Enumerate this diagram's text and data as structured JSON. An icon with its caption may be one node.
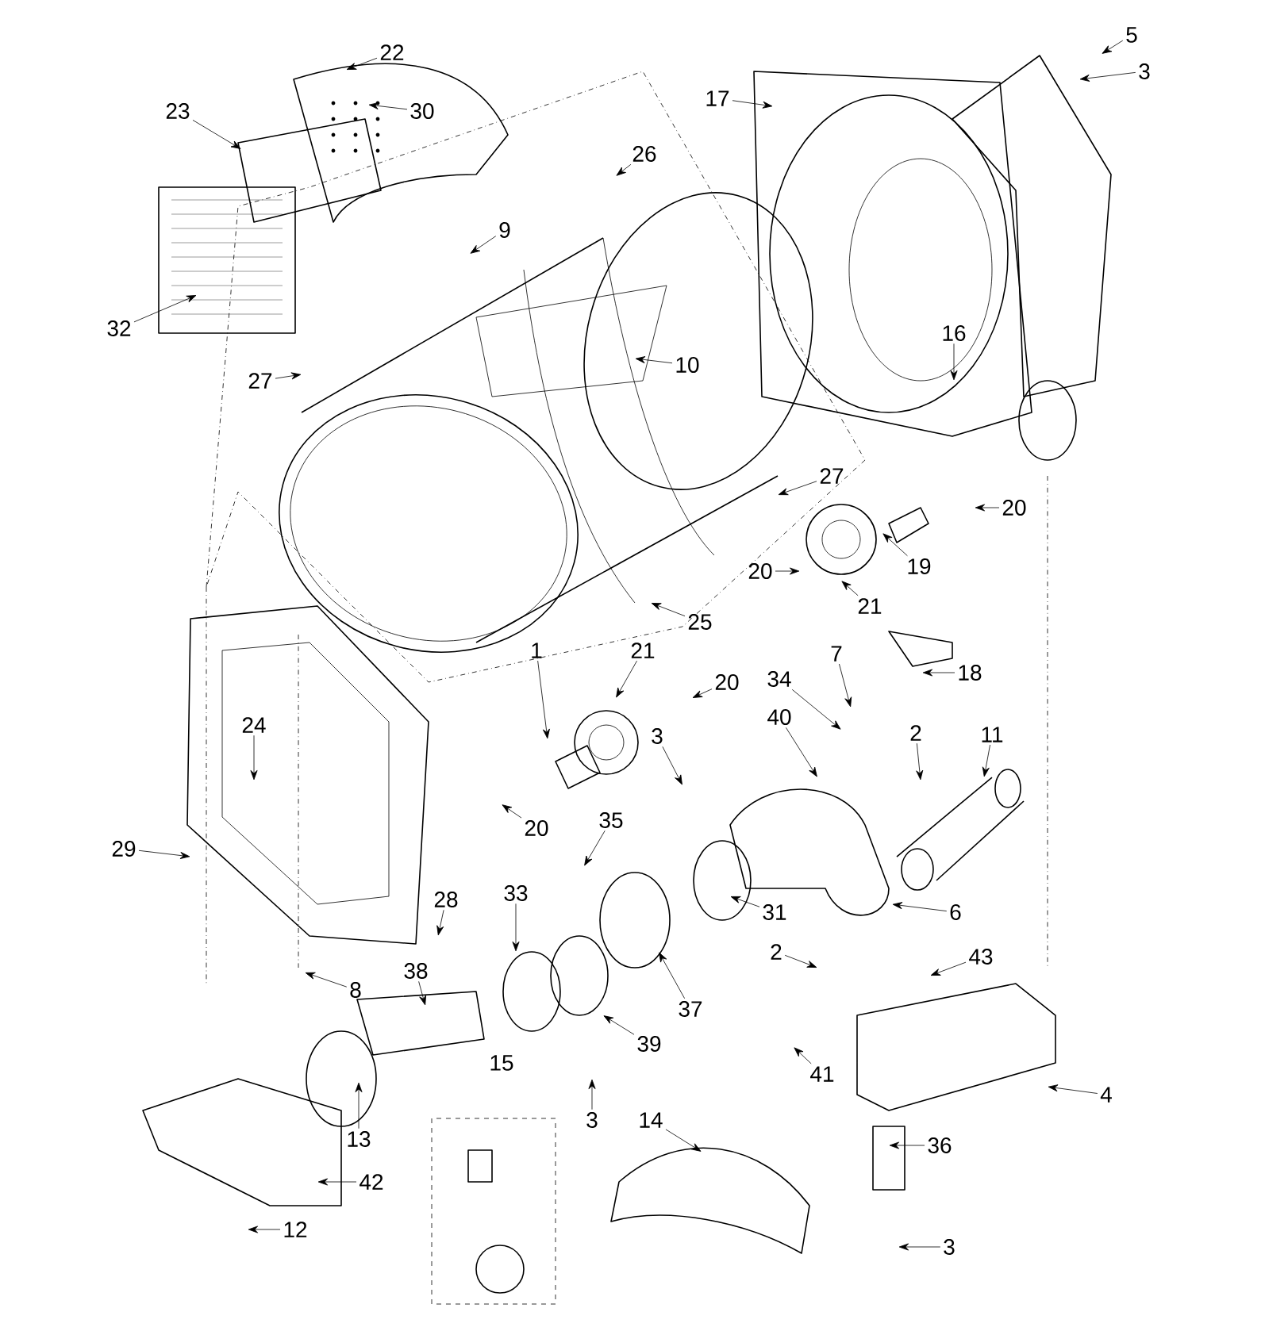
{
  "diagram": {
    "nodes": [
      {
        "text": [
          "22"
        ]
      },
      {
        "text": [
          "23"
        ]
      },
      {
        "text": [
          "30"
        ]
      },
      {
        "text": [
          "5"
        ]
      },
      {
        "text": [
          "3"
        ]
      },
      {
        "text": [
          "17"
        ]
      },
      {
        "text": [
          "26"
        ]
      },
      {
        "text": [
          "9"
        ]
      },
      {
        "text": [
          "32"
        ]
      },
      {
        "text": [
          "27"
        ]
      },
      {
        "text": [
          "10"
        ]
      },
      {
        "text": [
          "16"
        ]
      },
      {
        "text": [
          "20"
        ]
      },
      {
        "text": [
          "27"
        ]
      },
      {
        "text": [
          "19"
        ]
      },
      {
        "text": [
          "20"
        ]
      },
      {
        "text": [
          "21"
        ]
      },
      {
        "text": [
          "25"
        ]
      },
      {
        "text": [
          "18"
        ]
      },
      {
        "text": [
          "21"
        ]
      },
      {
        "text": [
          "20"
        ]
      },
      {
        "text": [
          "7"
        ]
      },
      {
        "text": [
          "34"
        ]
      },
      {
        "text": [
          "1"
        ]
      },
      {
        "text": [
          "40"
        ]
      },
      {
        "text": [
          "2"
        ]
      },
      {
        "text": [
          "11"
        ]
      },
      {
        "text": [
          "24"
        ]
      },
      {
        "text": [
          "3"
        ]
      },
      {
        "text": [
          "20"
        ]
      },
      {
        "text": [
          "35"
        ]
      },
      {
        "text": [
          "29"
        ]
      },
      {
        "text": [
          "6"
        ]
      },
      {
        "text": [
          "31"
        ]
      },
      {
        "text": [
          "33"
        ]
      },
      {
        "text": [
          "28"
        ]
      },
      {
        "text": [
          "2"
        ]
      },
      {
        "text": [
          "43"
        ]
      },
      {
        "text": [
          "38"
        ]
      },
      {
        "text": [
          "8"
        ]
      },
      {
        "text": [
          "37"
        ]
      },
      {
        "text": [
          "39"
        ]
      },
      {
        "text": [
          "41"
        ]
      },
      {
        "text": [
          "4"
        ]
      },
      {
        "text": [
          "13"
        ]
      },
      {
        "text": [
          "3"
        ]
      },
      {
        "text": [
          "14"
        ]
      },
      {
        "text": [
          "36"
        ]
      },
      {
        "text": [
          "42"
        ]
      },
      {
        "text": [
          "12"
        ]
      },
      {
        "text": [
          "3"
        ]
      }
    ],
    "edges": [
      {
        "from": 0,
        "to": null,
        "arrow": "to"
      },
      {
        "from": 1,
        "to": null,
        "arrow": "to"
      },
      {
        "from": 2,
        "to": null,
        "arrow": "to"
      },
      {
        "from": 3,
        "to": null,
        "arrow": "to"
      },
      {
        "from": 4,
        "to": null,
        "arrow": "to"
      },
      {
        "from": 5,
        "to": null,
        "arrow": "to"
      },
      {
        "from": 6,
        "to": null,
        "arrow": "to"
      },
      {
        "from": 7,
        "to": null,
        "arrow": "to"
      },
      {
        "from": 8,
        "to": null,
        "arrow": "to"
      },
      {
        "from": 9,
        "to": null,
        "arrow": "to"
      },
      {
        "from": 10,
        "to": null,
        "arrow": "to"
      },
      {
        "from": 11,
        "to": null,
        "arrow": "to"
      },
      {
        "from": 12,
        "to": null,
        "arrow": "to"
      },
      {
        "from": 13,
        "to": null,
        "arrow": "to"
      },
      {
        "from": 14,
        "to": null,
        "arrow": "to"
      },
      {
        "from": 15,
        "to": null,
        "arrow": "to"
      },
      {
        "from": 16,
        "to": null,
        "arrow": "to"
      },
      {
        "from": 17,
        "to": null,
        "arrow": "to"
      },
      {
        "from": 18,
        "to": null,
        "arrow": "to"
      },
      {
        "from": 19,
        "to": null,
        "arrow": "to"
      },
      {
        "from": 20,
        "to": null,
        "arrow": "to"
      },
      {
        "from": 21,
        "to": null,
        "arrow": "to"
      },
      {
        "from": 22,
        "to": null,
        "arrow": "to"
      },
      {
        "from": 23,
        "to": null,
        "arrow": "to"
      },
      {
        "from": 24,
        "to": null,
        "arrow": "to"
      },
      {
        "from": 25,
        "to": null,
        "arrow": "to"
      },
      {
        "from": 26,
        "to": null,
        "arrow": "to"
      },
      {
        "from": 27,
        "to": null,
        "arrow": "to"
      },
      {
        "from": 28,
        "to": null,
        "arrow": "to"
      },
      {
        "from": 29,
        "to": null,
        "arrow": "to"
      },
      {
        "from": 30,
        "to": null,
        "arrow": "to"
      },
      {
        "from": 31,
        "to": null,
        "arrow": "to"
      },
      {
        "from": 32,
        "to": null,
        "arrow": "to"
      },
      {
        "from": 33,
        "to": null,
        "arrow": "to"
      },
      {
        "from": 34,
        "to": null,
        "arrow": "to"
      },
      {
        "from": 35,
        "to": null,
        "arrow": "to"
      },
      {
        "from": 36,
        "to": null,
        "arrow": "to"
      },
      {
        "from": 37,
        "to": null,
        "arrow": "to"
      },
      {
        "from": 38,
        "to": null,
        "arrow": "to"
      },
      {
        "from": 39,
        "to": null,
        "arrow": "to"
      },
      {
        "from": 40,
        "to": null,
        "arrow": "to"
      },
      {
        "from": 41,
        "to": null,
        "arrow": "to"
      },
      {
        "from": 42,
        "to": null,
        "arrow": "to"
      },
      {
        "from": 43,
        "to": null,
        "arrow": "to"
      },
      {
        "from": 44,
        "to": null,
        "arrow": "to"
      },
      {
        "from": 45,
        "to": null,
        "arrow": "to"
      },
      {
        "from": 46,
        "to": null,
        "arrow": "to"
      },
      {
        "from": 47,
        "to": null,
        "arrow": "to"
      },
      {
        "from": 48,
        "to": null,
        "arrow": "to"
      },
      {
        "from": 49,
        "to": null,
        "arrow": "to"
      },
      {
        "from": 50,
        "to": null,
        "arrow": "to"
      }
    ],
    "labels": [
      "15"
    ]
  }
}
